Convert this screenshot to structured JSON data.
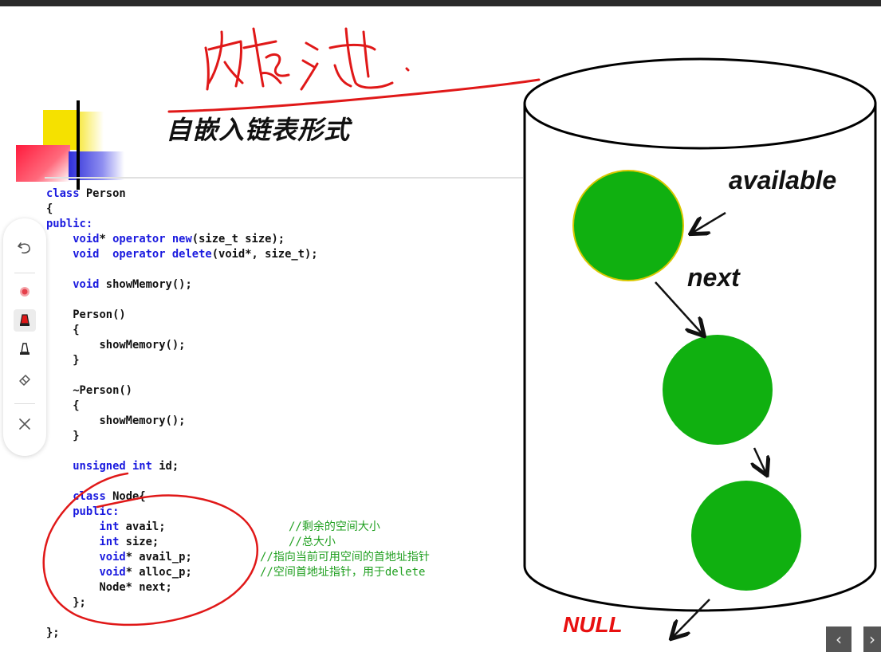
{
  "slide": {
    "title": "自嵌入链表形式",
    "code_lines": [
      {
        "text": "class Person",
        "kw": "class"
      },
      {
        "text": "{",
        "kw": ""
      },
      {
        "text": "public:",
        "kw": "public:"
      },
      {
        "text": "    void* operator new(size_t size);",
        "kw": "void"
      },
      {
        "text": "    void  operator delete(void*, size_t);",
        "kw": "void"
      },
      {
        "text": "",
        "kw": ""
      },
      {
        "text": "    void showMemory();",
        "kw": "void"
      },
      {
        "text": "",
        "kw": ""
      },
      {
        "text": "    Person()",
        "kw": ""
      },
      {
        "text": "    {",
        "kw": ""
      },
      {
        "text": "        showMemory();",
        "kw": ""
      },
      {
        "text": "    }",
        "kw": ""
      },
      {
        "text": "",
        "kw": ""
      },
      {
        "text": "    ~Person()",
        "kw": ""
      },
      {
        "text": "    {",
        "kw": ""
      },
      {
        "text": "        showMemory();",
        "kw": ""
      },
      {
        "text": "    }",
        "kw": ""
      },
      {
        "text": "",
        "kw": ""
      },
      {
        "text": "    unsigned int id;",
        "kw": "unsigned int"
      },
      {
        "text": "",
        "kw": ""
      },
      {
        "text": "    class Node{",
        "kw": "class"
      },
      {
        "text": "    public:",
        "kw": "public:"
      },
      {
        "text": "        int avail;",
        "kw": "int"
      },
      {
        "text": "        int size;",
        "kw": "int"
      },
      {
        "text": "        void* avail_p;",
        "kw": "void"
      },
      {
        "text": "        void* alloc_p;",
        "kw": "void"
      },
      {
        "text": "        Node* next;",
        "kw": ""
      },
      {
        "text": "    };",
        "kw": ""
      },
      {
        "text": "",
        "kw": ""
      },
      {
        "text": "};",
        "kw": ""
      }
    ],
    "comments": [
      "//剩余的空间大小",
      "//总大小",
      "//指向当前可用空间的首地址指针",
      "//空间首地址指针，用于delete"
    ],
    "diagram": {
      "available_label": "available",
      "next_label": "next",
      "null_label": "NULL",
      "node_color": "#10b010"
    }
  },
  "toolbar": {
    "items": [
      {
        "name": "undo-icon",
        "glyph": "⟲"
      },
      {
        "name": "laser-pointer-icon",
        "glyph": "●"
      },
      {
        "name": "highlighter-red-icon",
        "glyph": "▲"
      },
      {
        "name": "pen-black-icon",
        "glyph": "▲"
      },
      {
        "name": "eraser-icon",
        "glyph": "◇"
      },
      {
        "name": "close-icon",
        "glyph": "✕"
      }
    ]
  },
  "nav": {
    "prev_glyph": "‹",
    "next_glyph": "›"
  },
  "colors": {
    "keyword": "#1a1adf",
    "comment": "#22a022",
    "annotation_red": "#e01818",
    "null_red": "#e81010"
  }
}
